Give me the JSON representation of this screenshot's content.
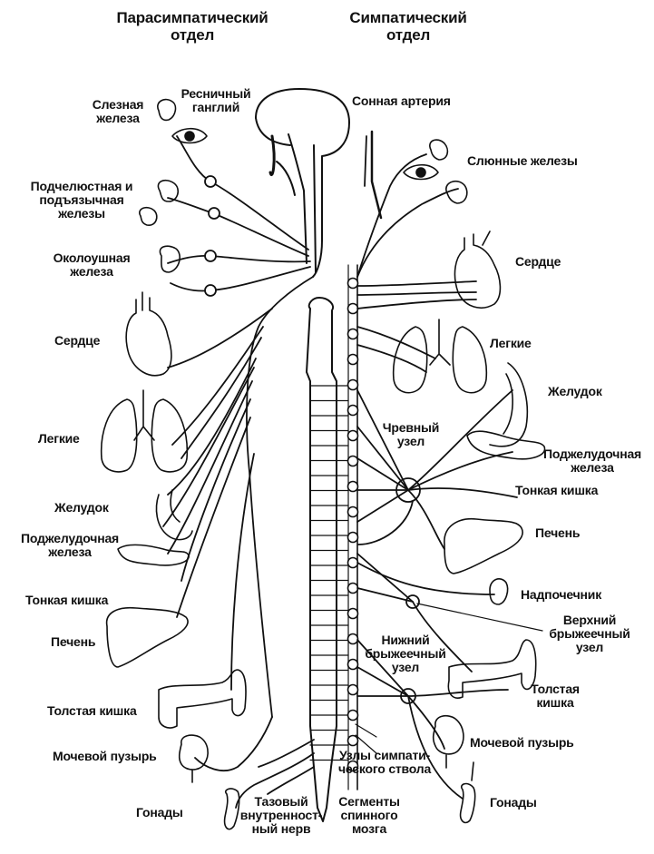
{
  "headers": {
    "parasympathetic": "Парасимпатический\nотдел",
    "sympathetic": "Симпатический\nотдел"
  },
  "left_labels": {
    "lacrimal_gland": "Слезная\nжелеза",
    "ciliary_ganglion": "Ресничный\nганглий",
    "submandibular_glands": "Подчелюстная и\nподъязычная\nжелезы",
    "parotid_gland": "Околоушная\nжелеза",
    "heart": "Сердце",
    "lungs": "Легкие",
    "stomach": "Желудок",
    "pancreas": "Поджелудочная\nжелеза",
    "small_intestine": "Тонкая кишка",
    "liver": "Печень",
    "large_intestine": "Толстая кишка",
    "bladder": "Мочевой пузырь",
    "gonads": "Гонады",
    "pelvic_nerve": "Тазовый\nвнутренност-\nный нерв"
  },
  "right_labels": {
    "carotid_artery": "Сонная артерия",
    "salivary_glands": "Слюнные железы",
    "heart": "Сердце",
    "lungs": "Легкие",
    "stomach": "Желудок",
    "celiac_ganglion": "Чревный\nузел",
    "pancreas": "Поджелудочная\nжелеза",
    "small_intestine": "Тонкая кишка",
    "liver": "Печень",
    "adrenal": "Надпочечник",
    "superior_mesenteric": "Верхний\nбрыжеечный\nузел",
    "inferior_mesenteric": "Нижний\nбрыжеечный\nузел",
    "large_intestine": "Толстая\nкишка",
    "bladder": "Мочевой пузырь",
    "sympathetic_trunk": "Узлы симпати-\nческого ствола",
    "spinal_segments": "Сегменты\nспинного\nмозга",
    "gonads": "Гонады"
  },
  "colors": {
    "ink": "#111111",
    "paper": "#ffffff"
  }
}
